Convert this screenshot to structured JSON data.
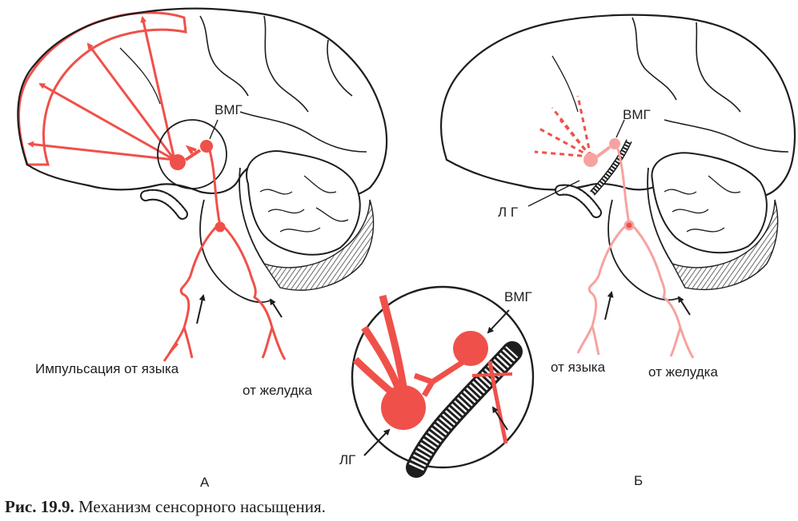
{
  "labels": {
    "vmg_a": "ВМГ",
    "tongue_a": "Импульсация от языка",
    "stomach_a": "от желудка",
    "vmg_b": "ВМГ",
    "lg_b": "Л Г",
    "tongue_b": "от языка",
    "stomach_b": "от желудка",
    "vmg_inset": "ВМГ",
    "lg_inset": "ЛГ",
    "panel_a": "А",
    "panel_b": "Б"
  },
  "caption": {
    "number": "Рис. 19.9.",
    "text": "Механизм сенсорного насыщения."
  },
  "colors": {
    "accent": "#f0504a",
    "accent_light": "#f6a3a0",
    "ink": "#1e1e1e"
  }
}
